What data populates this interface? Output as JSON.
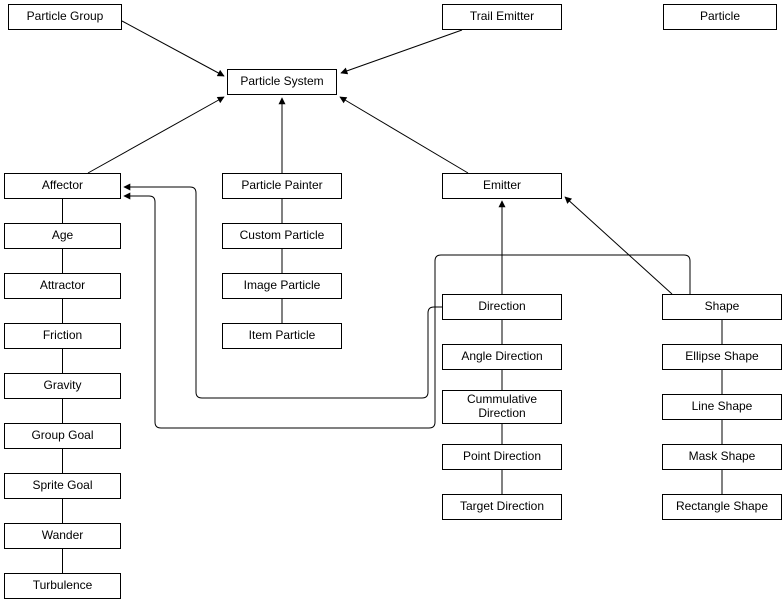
{
  "nodes": {
    "particle_group": "Particle Group",
    "trail_emitter": "Trail Emitter",
    "particle": "Particle",
    "particle_system": "Particle System",
    "affector": "Affector",
    "particle_painter": "Particle Painter",
    "emitter": "Emitter",
    "age": "Age",
    "attractor": "Attractor",
    "friction": "Friction",
    "gravity": "Gravity",
    "group_goal": "Group Goal",
    "sprite_goal": "Sprite Goal",
    "wander": "Wander",
    "turbulence": "Turbulence",
    "custom_particle": "Custom Particle",
    "image_particle": "Image Particle",
    "item_particle": "Item Particle",
    "direction": "Direction",
    "angle_direction": "Angle Direction",
    "cummulative_direction": "Cummulative Direction",
    "point_direction": "Point Direction",
    "target_direction": "Target Direction",
    "shape": "Shape",
    "ellipse_shape": "Ellipse Shape",
    "line_shape": "Line Shape",
    "mask_shape": "Mask Shape",
    "rectangle_shape": "Rectangle Shape"
  },
  "edges": [
    {
      "from": "Particle Group",
      "to": "Particle System"
    },
    {
      "from": "Trail Emitter",
      "to": "Particle System"
    },
    {
      "from": "Affector",
      "to": "Particle System"
    },
    {
      "from": "Particle Painter",
      "to": "Particle System"
    },
    {
      "from": "Emitter",
      "to": "Particle System"
    },
    {
      "from": "Direction",
      "to": "Emitter"
    },
    {
      "from": "Shape",
      "to": "Emitter"
    },
    {
      "from": "Direction",
      "to": "Affector"
    },
    {
      "from": "Shape",
      "to": "Affector"
    }
  ],
  "chains": [
    [
      "Affector",
      "Age",
      "Attractor",
      "Friction",
      "Gravity",
      "Group Goal",
      "Sprite Goal",
      "Wander",
      "Turbulence"
    ],
    [
      "Particle Painter",
      "Custom Particle",
      "Image Particle",
      "Item Particle"
    ],
    [
      "Direction",
      "Angle Direction",
      "Cummulative Direction",
      "Point Direction",
      "Target Direction"
    ],
    [
      "Shape",
      "Ellipse Shape",
      "Line Shape",
      "Mask Shape",
      "Rectangle Shape"
    ]
  ],
  "colors": {
    "node_fill": "#ffffff",
    "node_border": "#000000",
    "line": "#000000",
    "background": "#ffffff"
  }
}
